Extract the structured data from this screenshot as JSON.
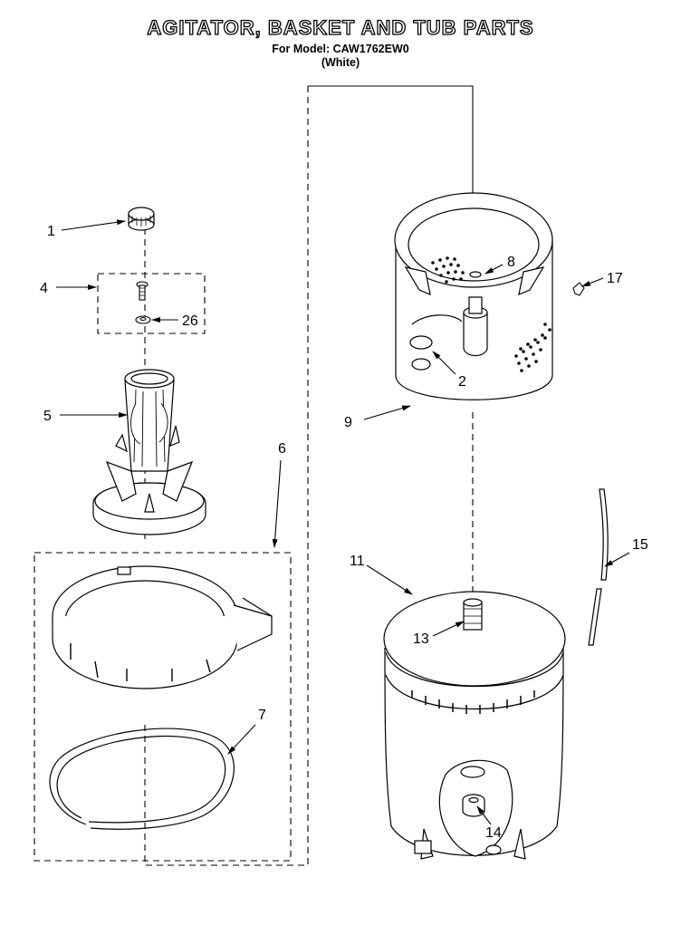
{
  "header": {
    "title": "AGITATOR, BASKET AND TUB PARTS",
    "model_line": "For Model: CAW1762EW0",
    "color_line": "(White)"
  },
  "callouts": {
    "c1": "1",
    "c2": "2",
    "c4": "4",
    "c5": "5",
    "c6": "6",
    "c7": "7",
    "c8": "8",
    "c9": "9",
    "c11": "11",
    "c13": "13",
    "c14": "14",
    "c15": "15",
    "c17": "17",
    "c26": "26"
  }
}
